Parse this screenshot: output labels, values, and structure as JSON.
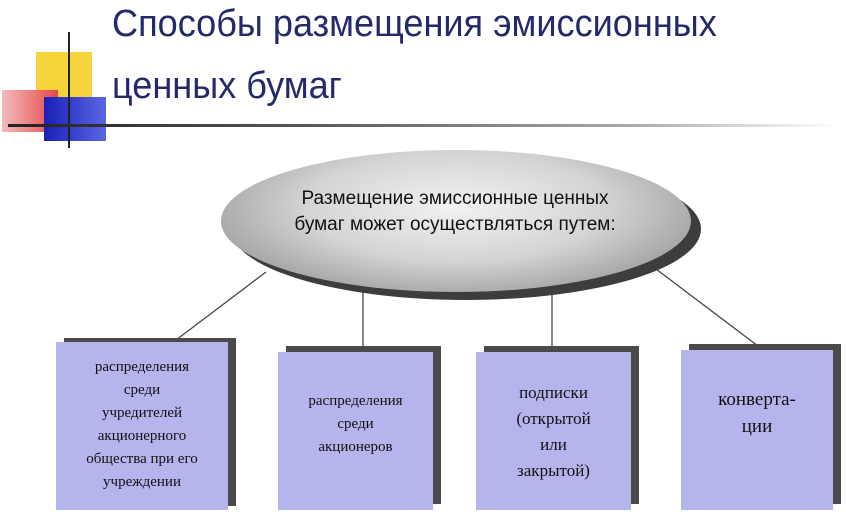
{
  "title": {
    "line1": "Способы размещения эмиссионных",
    "line2": "ценных бумаг"
  },
  "colors": {
    "title": "#232a6b",
    "box_fill": "#b6b4ed",
    "ellipse_mid": "#d4d4d4",
    "deco_yellow": "#f5d33a",
    "deco_red": "#e64848",
    "deco_blue": "#1b1fb8"
  },
  "central_node": {
    "line1": "Размещение эмиссионные ценных",
    "line2": "бумаг может осуществляться путем:"
  },
  "boxes": [
    {
      "lines": [
        "распределения",
        "среди",
        "учредителей",
        "акционерного",
        "общества при его",
        "учреждении"
      ]
    },
    {
      "lines": [
        "распределения",
        "среди",
        "акционеров"
      ]
    },
    {
      "lines": [
        "подписки",
        "(открытой",
        "или",
        "закрытой)"
      ]
    },
    {
      "lines": [
        "конверта-",
        "ции"
      ]
    }
  ]
}
